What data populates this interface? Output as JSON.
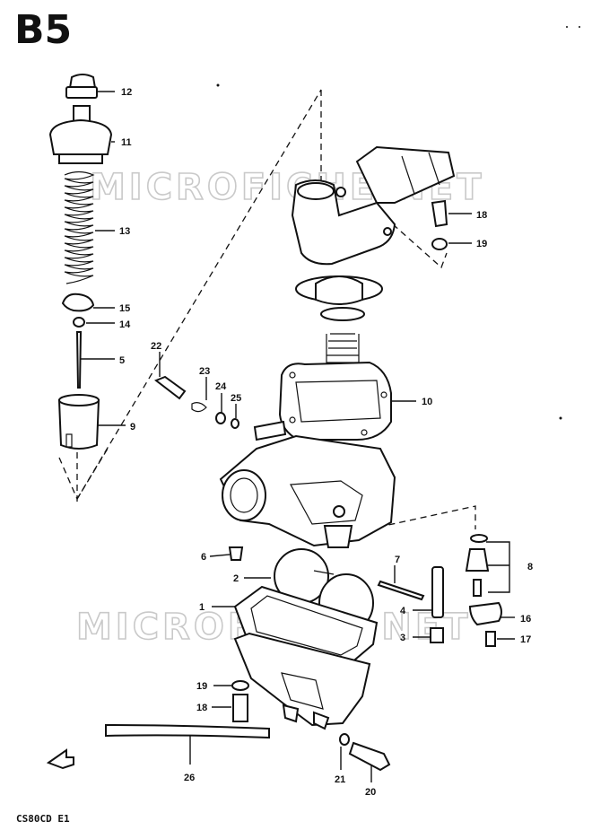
{
  "diagram": {
    "page_code": "B5",
    "footer_code": "CS80CD E1",
    "watermark": [
      "MICROFICHE.NET",
      "MICROFICHE.NET"
    ],
    "callouts": [
      "1",
      "2",
      "3",
      "4",
      "5",
      "6",
      "7",
      "8",
      "9",
      "10",
      "11",
      "12",
      "13",
      "14",
      "15",
      "16",
      "17",
      "18",
      "19",
      "20",
      "21",
      "22",
      "23",
      "24",
      "25",
      "26",
      "18",
      "19"
    ]
  }
}
